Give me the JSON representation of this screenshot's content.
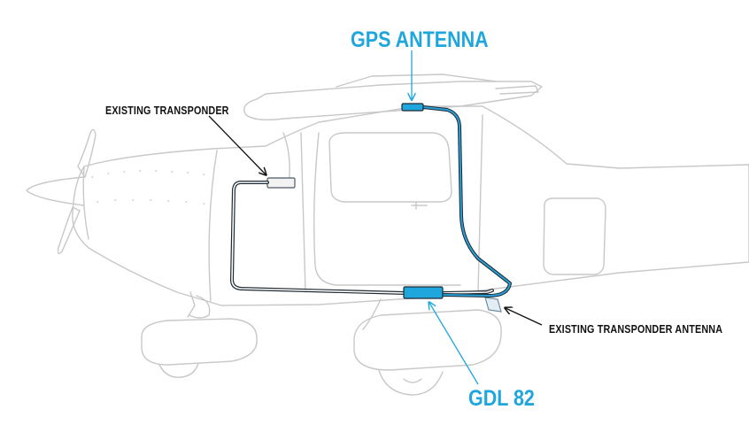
{
  "labels": {
    "gps_antenna": "GPS ANTENNA",
    "gdl82": "GDL 82",
    "existing_transponder": "EXISTING TRANSPONDER",
    "existing_transponder_antenna": "EXISTING TRANSPONDER ANTENNA"
  },
  "colors": {
    "accent": "#1ea6dd",
    "outline": "#c8c8c8",
    "cable": "#1f2a33",
    "text": "#111111"
  }
}
